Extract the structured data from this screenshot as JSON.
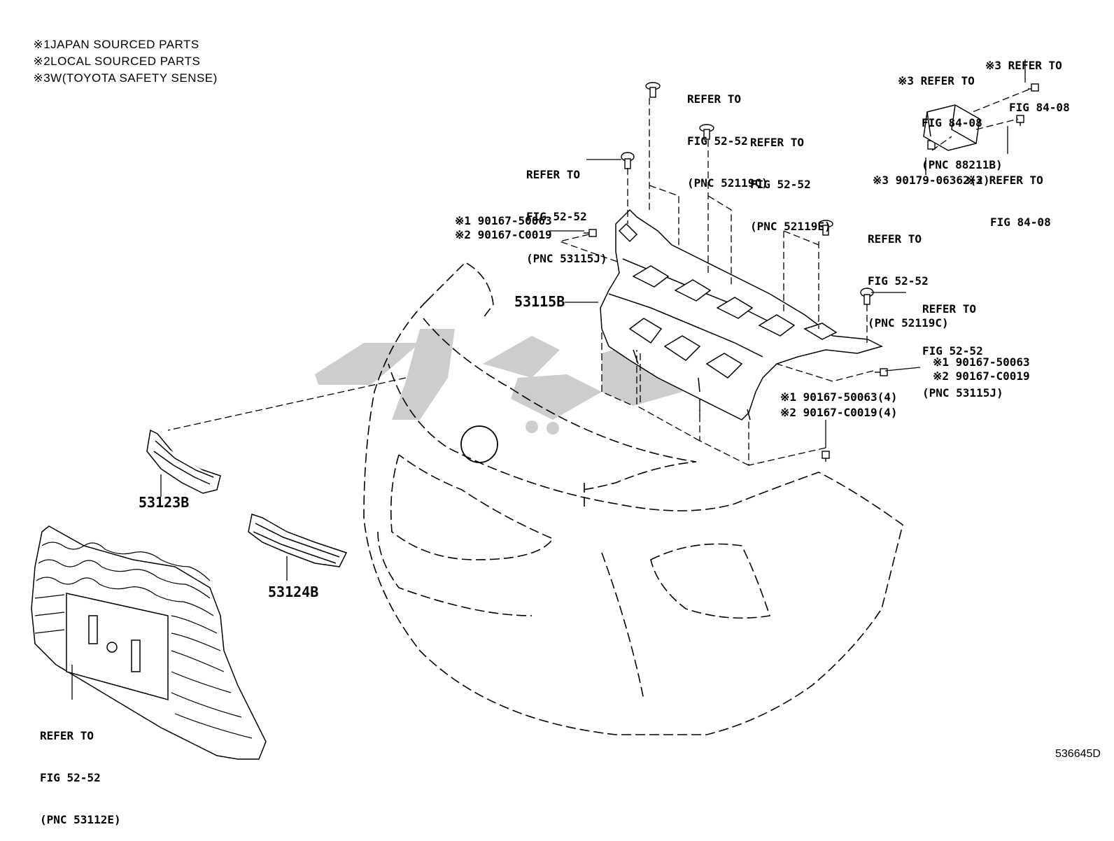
{
  "legend": [
    {
      "mark": "※1",
      "text": "JAPAN SOURCED PARTS"
    },
    {
      "mark": "※2",
      "text": "LOCAL SOURCED PARTS"
    },
    {
      "mark": "※3",
      "text": "W(TOYOTA SAFETY SENSE)"
    }
  ],
  "parts": {
    "bracket_upper": "53115B",
    "grille_insert_upper": "53123B",
    "grille_insert_lower": "53124B"
  },
  "refers": {
    "r1": [
      "REFER TO",
      "FIG 52-52",
      "(PNC 52119C)"
    ],
    "r2": [
      "REFER TO",
      "FIG 52-52",
      "(PNC 52119E)"
    ],
    "r3": [
      "REFER TO",
      "FIG 52-52",
      "(PNC 53115J)"
    ],
    "r4": [
      "REFER TO",
      "FIG 52-52",
      "(PNC 52119C)"
    ],
    "r5": [
      "REFER TO",
      "FIG 52-52",
      "(PNC 53115J)"
    ],
    "r6": [
      "REFER TO",
      "FIG 52-52",
      "(PNC 53112E)"
    ],
    "s1": [
      "※3 REFER TO",
      "FIG 84-08"
    ],
    "s2": [
      "※3 REFER TO",
      "FIG 84-08",
      "(PNC 88211B)"
    ],
    "s3": [
      "※3 REFER TO",
      "FIG 84-08"
    ]
  },
  "callouts": {
    "c1a": "※1 90167-50063",
    "c1b": "※2 90167-C0019",
    "c2a": "※1 90167-50063",
    "c2b": "※2 90167-C0019",
    "c3a": "※1 90167-50063(4)",
    "c3b": "※2 90167-C0019(4)",
    "c4": "※3 90179-06362(2)"
  },
  "sheet_id": "536645D",
  "colors": {
    "line": "#000000",
    "watermark": "#c8c8c8",
    "background": "#ffffff"
  }
}
